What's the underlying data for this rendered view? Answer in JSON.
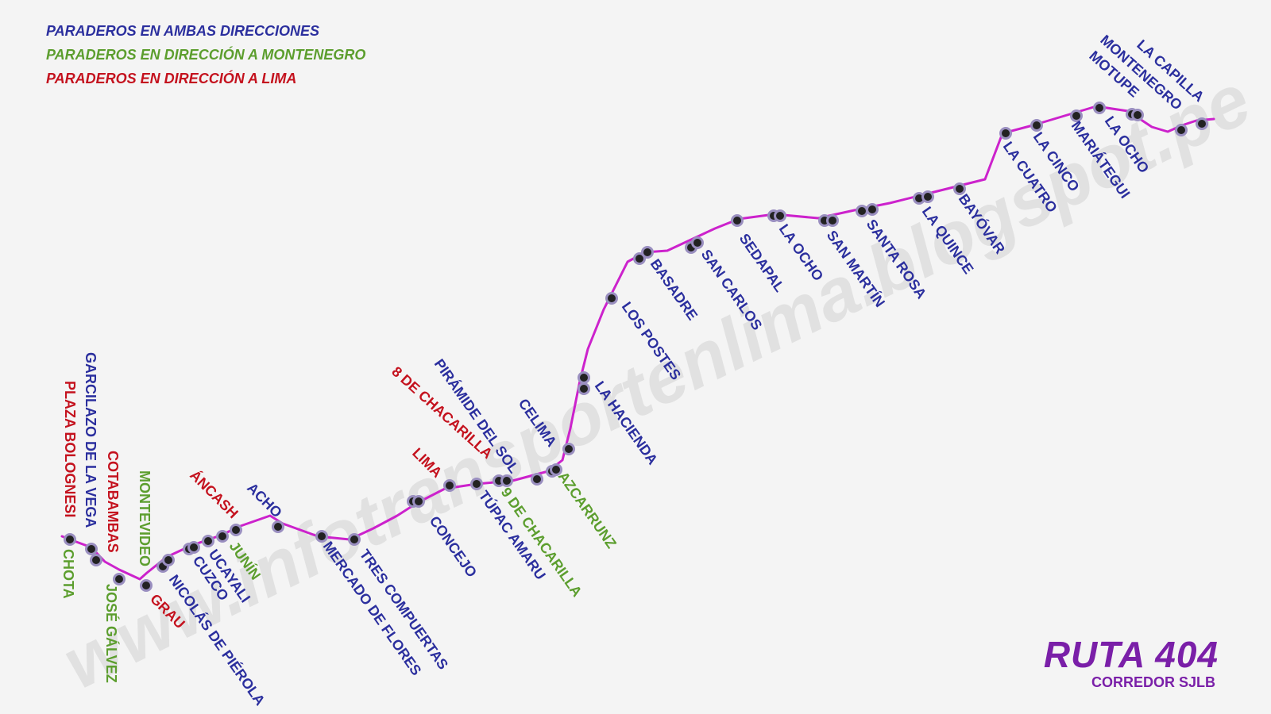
{
  "colors": {
    "both": "#2b2f9e",
    "to_montenegro": "#5c9e2e",
    "to_lima": "#c4121e",
    "route_line": "#cc22cc",
    "stop_fill": "#222222",
    "stop_ring": "#9a8fc0",
    "title": "#7a1fa8"
  },
  "legend": [
    {
      "text": "PARADEROS EN AMBAS DIRECCIONES",
      "category": "both"
    },
    {
      "text": "PARADEROS EN DIRECCIÓN A MONTENEGRO",
      "category": "to_montenegro"
    },
    {
      "text": "PARADEROS EN DIRECCIÓN A LIMA",
      "category": "to_lima"
    }
  ],
  "watermark": "www.infotransportenlima.blogspot.pe",
  "route": {
    "name": "RUTA 404",
    "subtitle": "CORREDOR SJLB"
  },
  "stops": [
    {
      "name": "PLAZA BOLOGNESI",
      "category": "to_lima"
    },
    {
      "name": "CHOTA",
      "category": "to_montenegro"
    },
    {
      "name": "GARCILAZO DE LA VEGA",
      "category": "both"
    },
    {
      "name": "COTABAMBAS",
      "category": "to_lima"
    },
    {
      "name": "JOSÉ GÁLVEZ",
      "category": "to_montenegro"
    },
    {
      "name": "MONTEVIDEO",
      "category": "to_montenegro"
    },
    {
      "name": "GRAU",
      "category": "to_lima"
    },
    {
      "name": "NICOLÁS DE PIÉROLA",
      "category": "both"
    },
    {
      "name": "CUZCO",
      "category": "both"
    },
    {
      "name": "UCAYALI",
      "category": "both"
    },
    {
      "name": "JUNÍN",
      "category": "to_montenegro"
    },
    {
      "name": "ÁNCASH",
      "category": "to_lima"
    },
    {
      "name": "ACHO",
      "category": "both"
    },
    {
      "name": "MERCADO DE FLORES",
      "category": "both"
    },
    {
      "name": "TRES COMPUERTAS",
      "category": "both"
    },
    {
      "name": "CONCEJO",
      "category": "both"
    },
    {
      "name": "LIMA",
      "category": "to_lima"
    },
    {
      "name": "TÚPAC AMARU",
      "category": "both"
    },
    {
      "name": "8 DE CHACARILLA",
      "category": "to_lima"
    },
    {
      "name": "9 DE CHACARILLA",
      "category": "to_montenegro"
    },
    {
      "name": "PIRÁMIDE DEL SOL",
      "category": "both"
    },
    {
      "name": "AZCARRUNZ",
      "category": "to_montenegro"
    },
    {
      "name": "CELIMA",
      "category": "both"
    },
    {
      "name": "LA HACIENDA",
      "category": "both"
    },
    {
      "name": "LOS POSTES",
      "category": "both"
    },
    {
      "name": "BASADRE",
      "category": "both"
    },
    {
      "name": "SAN CARLOS",
      "category": "both"
    },
    {
      "name": "SEDAPAL",
      "category": "both"
    },
    {
      "name": "LA OCHO",
      "category": "both"
    },
    {
      "name": "SAN MARTÍN",
      "category": "both"
    },
    {
      "name": "SANTA ROSA",
      "category": "both"
    },
    {
      "name": "LA QUINCE",
      "category": "both"
    },
    {
      "name": "BAYÓVAR",
      "category": "both"
    },
    {
      "name": "LA CUATRO",
      "category": "both"
    },
    {
      "name": "LA CINCO",
      "category": "both"
    },
    {
      "name": "MARIÁTEGUI",
      "category": "both"
    },
    {
      "name": "LA OCHO",
      "category": "both"
    },
    {
      "name": "MOTUPE",
      "category": "both"
    },
    {
      "name": "MONTENEGRO",
      "category": "both"
    },
    {
      "name": "LA CAPILLA",
      "category": "both"
    }
  ]
}
